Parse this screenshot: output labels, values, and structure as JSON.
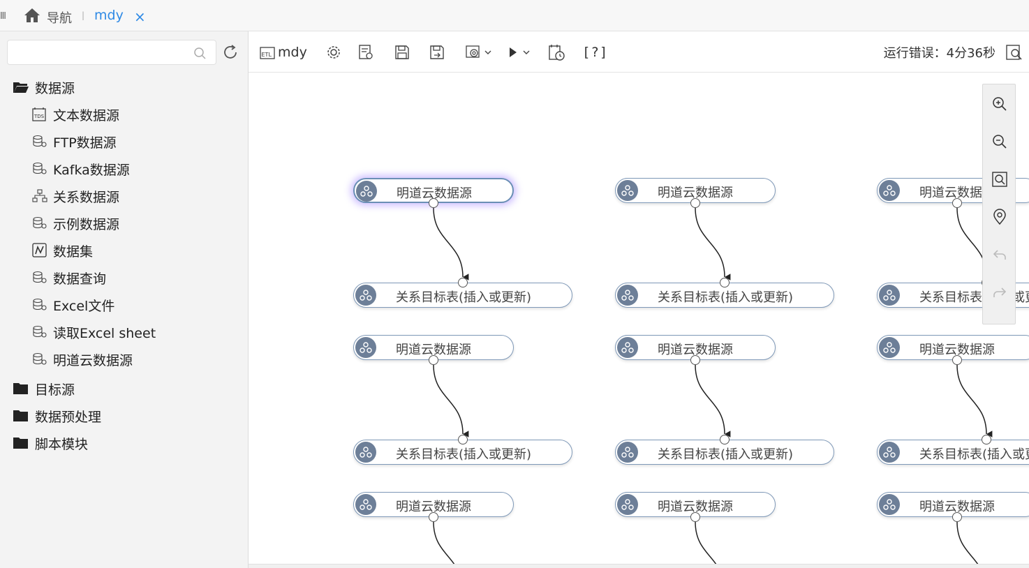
{
  "topbar": {
    "grip": "lll",
    "nav_label": "导航",
    "separator": "|",
    "tab_label": "mdy",
    "close": "×"
  },
  "sidebar": {
    "search_placeholder": "",
    "tree": [
      {
        "label": "数据源",
        "icon": "folder-open-icon",
        "children": [
          {
            "label": "文本数据源",
            "icon": "text-datasource-icon"
          },
          {
            "label": "FTP数据源",
            "icon": "database-icon"
          },
          {
            "label": "Kafka数据源",
            "icon": "database-icon"
          },
          {
            "label": "关系数据源",
            "icon": "relation-datasource-icon"
          },
          {
            "label": "示例数据源",
            "icon": "database-icon"
          },
          {
            "label": "数据集",
            "icon": "dataset-icon"
          },
          {
            "label": "数据查询",
            "icon": "database-icon"
          },
          {
            "label": "Excel文件",
            "icon": "database-icon"
          },
          {
            "label": "读取Excel sheet",
            "icon": "database-icon"
          },
          {
            "label": "明道云数据源",
            "icon": "database-icon"
          }
        ]
      },
      {
        "label": "目标源",
        "icon": "folder-icon"
      },
      {
        "label": "数据预处理",
        "icon": "folder-icon"
      },
      {
        "label": "脚本模块",
        "icon": "folder-icon"
      }
    ]
  },
  "toolbar": {
    "etl_badge": "ETL",
    "etl_name": "mdy",
    "help": "[?]",
    "run_status": "运行错误：4分36秒"
  },
  "canvas": {
    "source_label": "明道云数据源",
    "target_label": "关系目标表(插入或更新)",
    "columns": 3,
    "rows": 3
  },
  "colors": {
    "accent": "#2f8ae5",
    "node_icon_bg": "#6d7f98",
    "node_border": "#7f99b8"
  }
}
